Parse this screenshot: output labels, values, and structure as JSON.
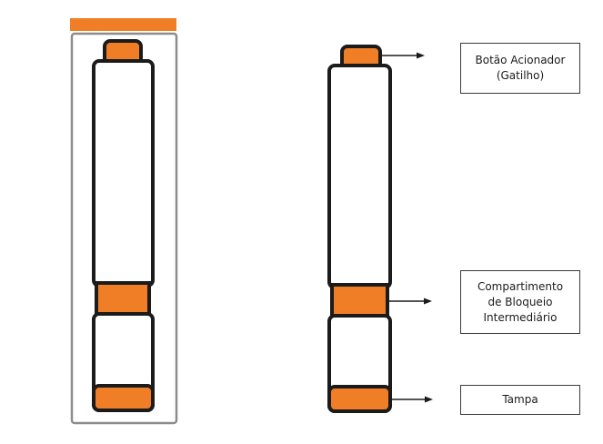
{
  "colors": {
    "accent": "#F07E26",
    "outline": "#1b1b1b",
    "container_border": "#8c8c8c",
    "body_fill": "#ffffff"
  },
  "labels": {
    "trigger": {
      "line1": "Botão Acionador",
      "line2": "(Gatilho)"
    },
    "lock": {
      "line1": "Compartimento",
      "line2": "de Bloqueio",
      "line3": "Intermediário"
    },
    "cap": {
      "line1": "Tampa"
    }
  }
}
